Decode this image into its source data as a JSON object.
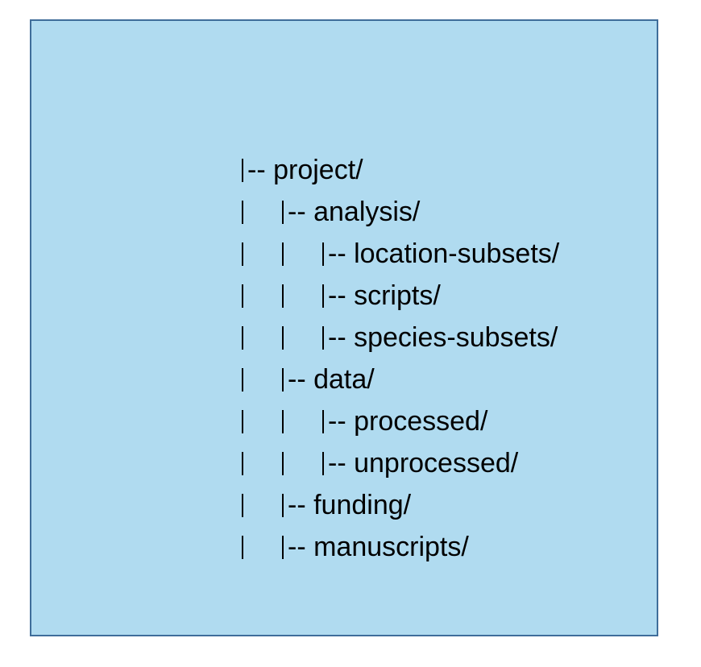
{
  "tree": [
    {
      "depth": 0,
      "label": "-- project/"
    },
    {
      "depth": 1,
      "label": "-- analysis/"
    },
    {
      "depth": 2,
      "label": "-- location-subsets/"
    },
    {
      "depth": 2,
      "label": "-- scripts/"
    },
    {
      "depth": 2,
      "label": "-- species-subsets/"
    },
    {
      "depth": 1,
      "label": "-- data/"
    },
    {
      "depth": 2,
      "label": "-- processed/"
    },
    {
      "depth": 2,
      "label": "-- unprocessed/"
    },
    {
      "depth": 1,
      "label": "-- funding/"
    },
    {
      "depth": 1,
      "label": "-- manuscripts/"
    }
  ],
  "colors": {
    "panel_fill": "#b0dbf0",
    "panel_border": "#3f6d9a",
    "text": "#000000"
  }
}
